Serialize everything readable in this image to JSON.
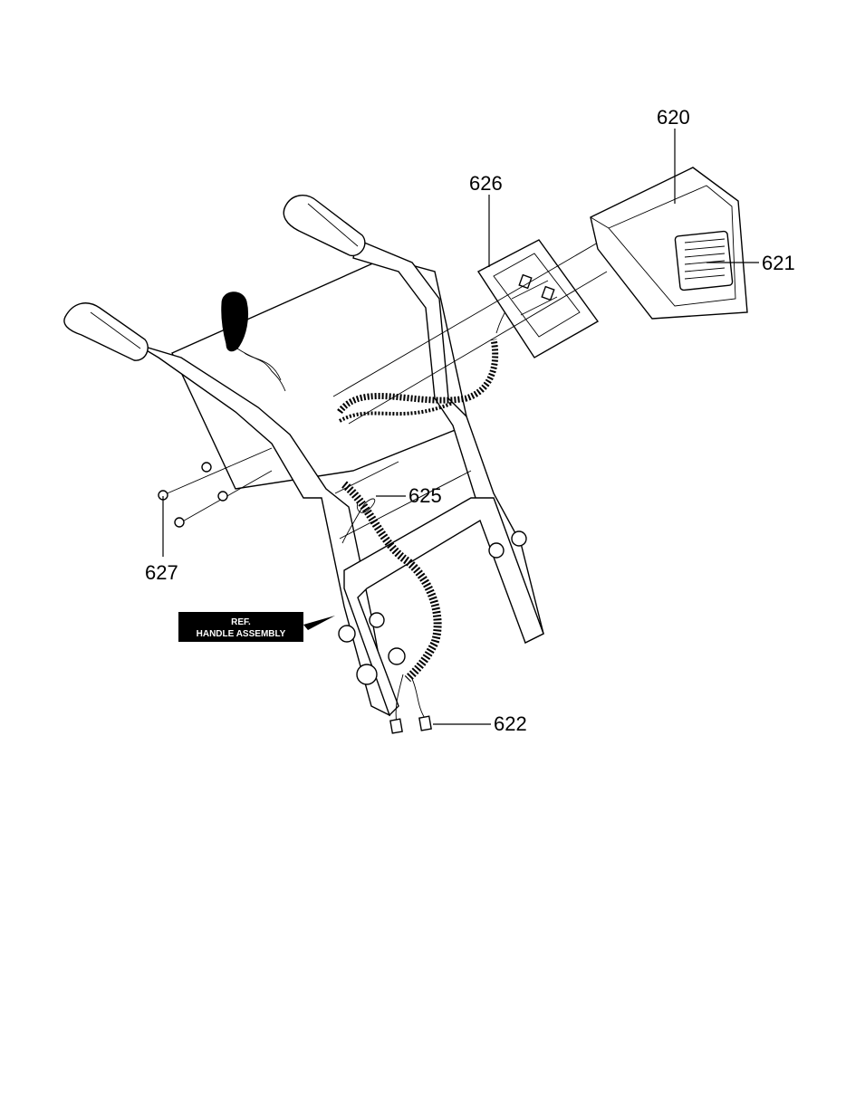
{
  "callouts": {
    "c620": "620",
    "c621": "621",
    "c622": "622",
    "c625": "625",
    "c626": "626",
    "c627": "627"
  },
  "ref_label": {
    "line1": "REF.",
    "line2": "HANDLE ASSEMBLY"
  }
}
